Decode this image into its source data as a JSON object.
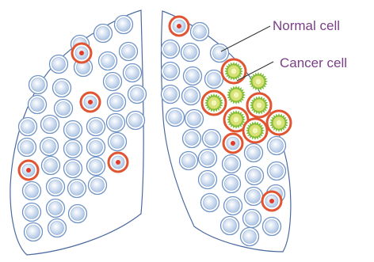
{
  "labels": {
    "normal": "Normal cell",
    "cancer": "Cancer cell"
  },
  "colors": {
    "outline": "#4b6aa0",
    "cell_ring": "#6f93c6",
    "cell_fill_light": "#ffffff",
    "cell_fill_dark": "#b3c8e6",
    "abnormal_ring": "#e05432",
    "abnormal_center": "#e03c2a",
    "cancer_green": "#7fbf3a",
    "cancer_yellow": "#e8e07a",
    "label_text": "#7a3f86",
    "leader_line": "#333333"
  },
  "legend": [
    {
      "key": "normal",
      "icon": "normal-cell-icon"
    },
    {
      "key": "cancer",
      "icon": "cancer-cell-icon"
    }
  ]
}
